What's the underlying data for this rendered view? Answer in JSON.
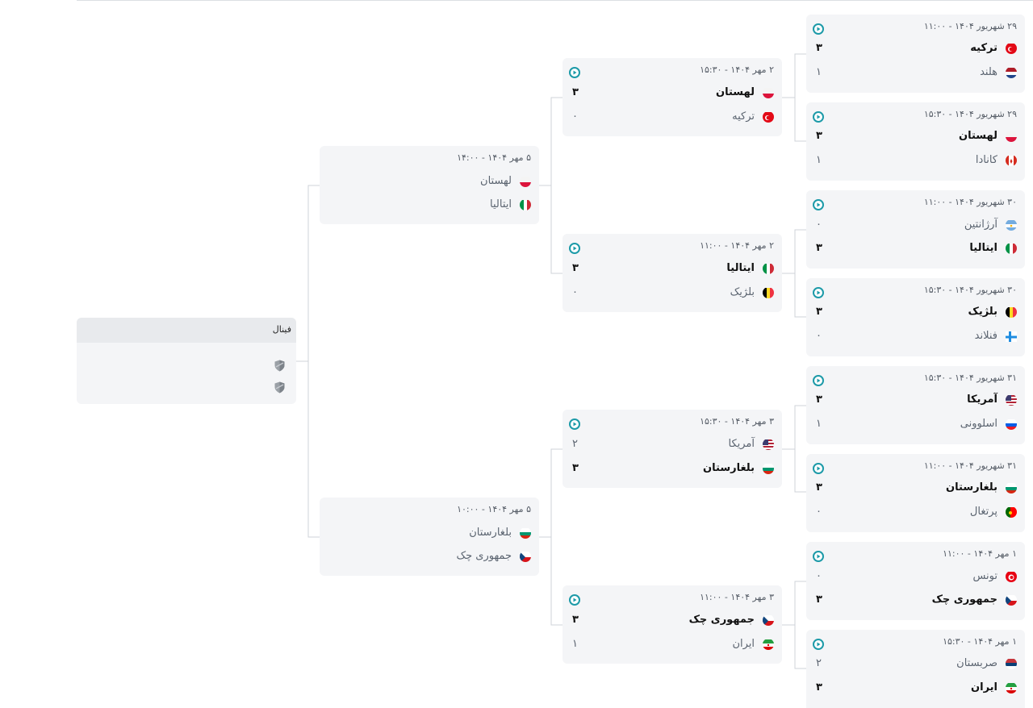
{
  "final": {
    "title": "فینال",
    "placeholder_icon": "shield-icon"
  },
  "semifinals": [
    {
      "date": "۵ مهر ۱۴۰۴ - ۱۴:۰۰",
      "team_a": {
        "name": "لهستان",
        "flag": "poland",
        "score": ""
      },
      "team_b": {
        "name": "ایتالیا",
        "flag": "italy",
        "score": ""
      }
    },
    {
      "date": "۵ مهر ۱۴۰۴ - ۱۰:۰۰",
      "team_a": {
        "name": "بلغارستان",
        "flag": "bulgaria",
        "score": ""
      },
      "team_b": {
        "name": "جمهوری چک",
        "flag": "czech",
        "score": ""
      }
    }
  ],
  "quarterfinals": [
    {
      "date": "۲ مهر ۱۴۰۴ - ۱۵:۳۰",
      "team_a": {
        "name": "لهستان",
        "flag": "poland",
        "score": "۳",
        "winner": true
      },
      "team_b": {
        "name": "ترکیه",
        "flag": "turkey",
        "score": "۰",
        "winner": false
      }
    },
    {
      "date": "۲ مهر ۱۴۰۴ - ۱۱:۰۰",
      "team_a": {
        "name": "ایتالیا",
        "flag": "italy",
        "score": "۳",
        "winner": true
      },
      "team_b": {
        "name": "بلژیک",
        "flag": "belgium",
        "score": "۰",
        "winner": false
      }
    },
    {
      "date": "۳ مهر ۱۴۰۴ - ۱۵:۳۰",
      "team_a": {
        "name": "آمریکا",
        "flag": "usa",
        "score": "۲",
        "winner": false
      },
      "team_b": {
        "name": "بلغارستان",
        "flag": "bulgaria",
        "score": "۳",
        "winner": true
      }
    },
    {
      "date": "۳ مهر ۱۴۰۴ - ۱۱:۰۰",
      "team_a": {
        "name": "جمهوری چک",
        "flag": "czech",
        "score": "۳",
        "winner": true
      },
      "team_b": {
        "name": "ایران",
        "flag": "iran",
        "score": "۱",
        "winner": false
      }
    }
  ],
  "round_of_16": [
    {
      "date": "۲۹ شهریور ۱۴۰۴ - ۱۱:۰۰",
      "team_a": {
        "name": "ترکیه",
        "flag": "turkey",
        "score": "۳",
        "winner": true
      },
      "team_b": {
        "name": "هلند",
        "flag": "netherlands",
        "score": "۱",
        "winner": false
      }
    },
    {
      "date": "۲۹ شهریور ۱۴۰۴ - ۱۵:۳۰",
      "team_a": {
        "name": "لهستان",
        "flag": "poland",
        "score": "۳",
        "winner": true
      },
      "team_b": {
        "name": "کانادا",
        "flag": "canada",
        "score": "۱",
        "winner": false
      }
    },
    {
      "date": "۳۰ شهریور ۱۴۰۴ - ۱۱:۰۰",
      "team_a": {
        "name": "آرژانتین",
        "flag": "argentina",
        "score": "۰",
        "winner": false
      },
      "team_b": {
        "name": "ایتالیا",
        "flag": "italy",
        "score": "۳",
        "winner": true
      }
    },
    {
      "date": "۳۰ شهریور ۱۴۰۴ - ۱۵:۳۰",
      "team_a": {
        "name": "بلژیک",
        "flag": "belgium",
        "score": "۳",
        "winner": true
      },
      "team_b": {
        "name": "فنلاند",
        "flag": "finland",
        "score": "۰",
        "winner": false
      }
    },
    {
      "date": "۳۱ شهریور ۱۴۰۴ - ۱۵:۳۰",
      "team_a": {
        "name": "آمریکا",
        "flag": "usa",
        "score": "۳",
        "winner": true
      },
      "team_b": {
        "name": "اسلوونی",
        "flag": "slovenia",
        "score": "۱",
        "winner": false
      }
    },
    {
      "date": "۳۱ شهریور ۱۴۰۴ - ۱۱:۰۰",
      "team_a": {
        "name": "بلغارستان",
        "flag": "bulgaria",
        "score": "۳",
        "winner": true
      },
      "team_b": {
        "name": "پرتغال",
        "flag": "portugal",
        "score": "۰",
        "winner": false
      }
    },
    {
      "date": "۱ مهر ۱۴۰۴ - ۱۱:۰۰",
      "team_a": {
        "name": "تونس",
        "flag": "tunisia",
        "score": "۰",
        "winner": false
      },
      "team_b": {
        "name": "جمهوری چک",
        "flag": "czech",
        "score": "۳",
        "winner": true
      }
    },
    {
      "date": "۱ مهر ۱۴۰۴ - ۱۵:۳۰",
      "team_a": {
        "name": "صربستان",
        "flag": "serbia",
        "score": "۲",
        "winner": false
      },
      "team_b": {
        "name": "ایران",
        "flag": "iran",
        "score": "۳",
        "winner": true
      }
    }
  ],
  "colors": {
    "card_bg": "#f4f5f7",
    "play_icon": "#1c9aa8",
    "connector": "#cfd3d8"
  }
}
